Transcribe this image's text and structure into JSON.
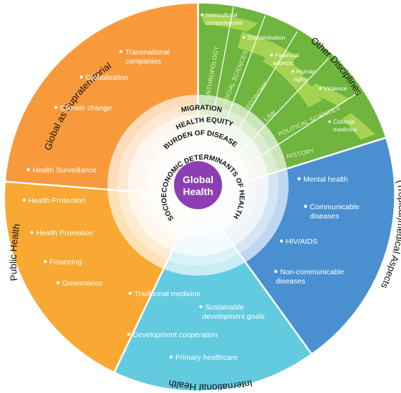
{
  "center": {
    "line1": "Global",
    "line2": "Health"
  },
  "outer_labels": {
    "global": "Global as Supraterritorial",
    "other": "Other Disciplines",
    "tropical": "(Tropical)medical Aspects",
    "international": "International Health",
    "public": "Public Health"
  },
  "rings": {
    "migration": "MIGRATION",
    "health_equity": "HEALTH EQUITY",
    "burden": "BURDEN OF DISEASE",
    "determinants": "SOCIOECONOMIC DETERMINANTS OF HEALTH"
  },
  "disciplines": {
    "anthropology": "ANTHROPOLOGY",
    "social_sciences": "SOCIAL SCIENCES",
    "economy": "ECONOMY",
    "law": "LAW",
    "political_sciences": "POLITICAL SCIENCES",
    "history": "HISTORY"
  },
  "global_items": [
    "Transnational",
    "companies",
    "Globalisation",
    "Climate change"
  ],
  "other_items": [
    "Intercultural",
    "competencies",
    "Discrimination",
    "Financial",
    "aspects",
    "Human",
    "rights",
    "Violence",
    "Colonial",
    "medicine"
  ],
  "public_items": [
    "Health Surveillance",
    "Health Protection",
    "Health Promotion",
    "Financing",
    "Governance"
  ],
  "international_items": [
    "Traditional medicine",
    "Sustainable",
    "development goals",
    "Development cooperation",
    "Primary healthcare"
  ],
  "tropical_items": [
    "Mental health",
    "Communicable",
    "diseases",
    "HIV/AIDS",
    "Non-communicable",
    "diseases"
  ],
  "colors": {
    "global": "#f89a3c",
    "public": "#f9a833",
    "international": "#63cbe0",
    "tropical": "#4a90d0",
    "green_dark": "#6fb53e",
    "green_light": "#a5d453",
    "center": "#8b3fb3",
    "ring": "#f2ecd8"
  }
}
